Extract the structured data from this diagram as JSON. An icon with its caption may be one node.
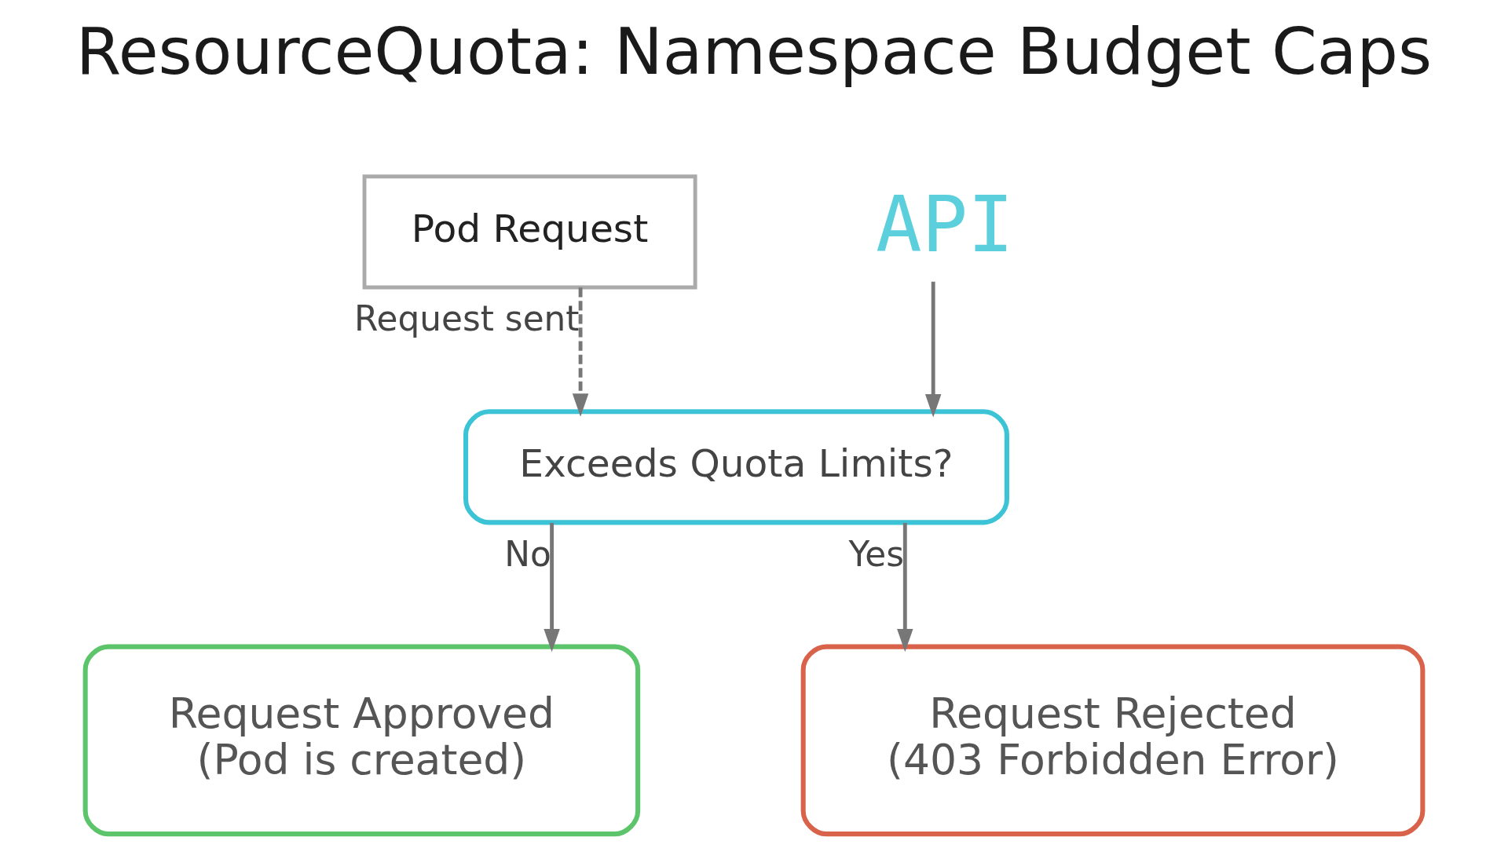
{
  "diagram": {
    "title": "ResourceQuota: Namespace Budget Caps",
    "nodes": [
      {
        "text": [
          "Pod Request"
        ]
      },
      {
        "text": [
          "API"
        ]
      },
      {
        "text": [
          "Exceeds Quota Limits?"
        ]
      },
      {
        "text": [
          "Request Approved",
          "(Pod is created)"
        ]
      },
      {
        "text": [
          "Request Rejected",
          "(403 Forbidden Error)"
        ]
      }
    ],
    "edges": [
      {
        "from": 0,
        "to": 2,
        "arrow": "to",
        "label": "Request sent",
        "style": "dashed"
      },
      {
        "from": 1,
        "to": 2,
        "arrow": "to"
      },
      {
        "from": 2,
        "to": 3,
        "arrow": "to",
        "label": "No"
      },
      {
        "from": 2,
        "to": 4,
        "arrow": "to",
        "label": "Yes"
      }
    ]
  }
}
